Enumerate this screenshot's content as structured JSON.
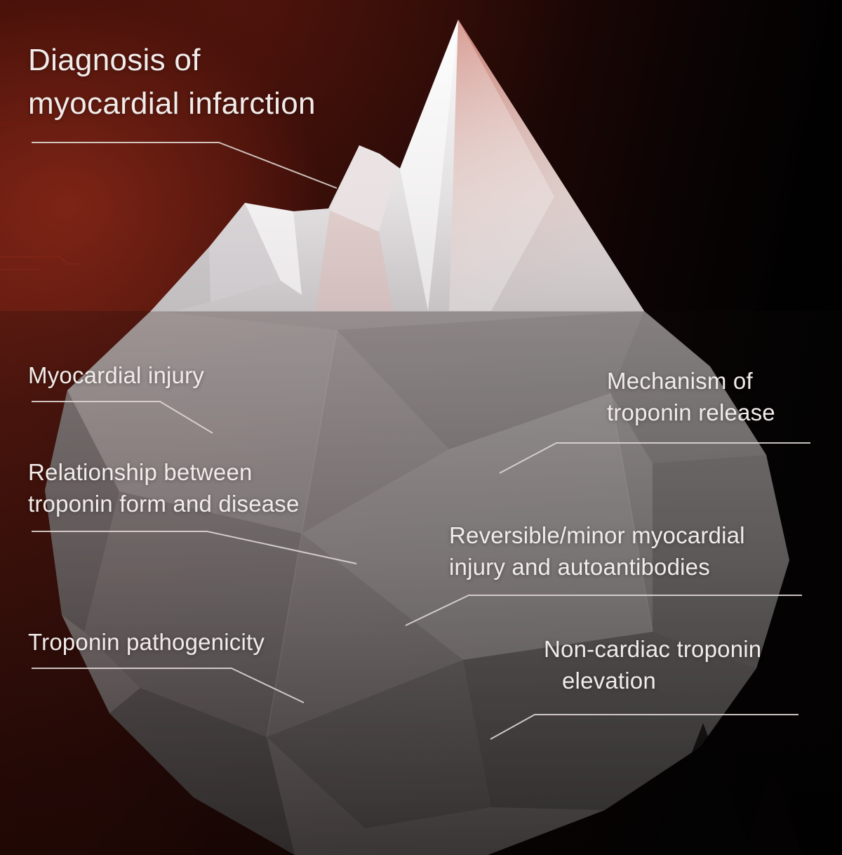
{
  "title": {
    "line1": "Diagnosis of",
    "line2": "myocardial infarction"
  },
  "labels": [
    {
      "id": "myocardial-injury",
      "lines": [
        "Myocardial injury",
        ""
      ]
    },
    {
      "id": "mechanism-of-troponin-release",
      "lines": [
        "Mechanism of",
        "troponin release"
      ]
    },
    {
      "id": "relationship-between-troponin-form-and-disease",
      "lines": [
        "Relationship between",
        "troponin form and disease"
      ]
    },
    {
      "id": "reversible-minor-myocardial-injury-and-autoantibodies",
      "lines": [
        "Reversible/minor myocardial",
        "injury and autoantibodies"
      ]
    },
    {
      "id": "troponin-pathogenicity",
      "lines": [
        "Troponin pathogenicity",
        ""
      ]
    },
    {
      "id": "non-cardiac-troponin-elevation",
      "lines": [
        "Non-cardiac troponin",
        "elevation"
      ]
    }
  ],
  "illustration": {
    "type": "iceberg"
  },
  "colors": {
    "background_red": "#451008",
    "background_black": "#000000",
    "text": "#f1ebe9",
    "leader_line": "#dfd6d3",
    "decor_line_red": "#8a2a18",
    "iceberg_above_water": "#eceaeb",
    "iceberg_pink_tint": "#c1685a",
    "iceberg_below_water": "#7d7a7b"
  }
}
